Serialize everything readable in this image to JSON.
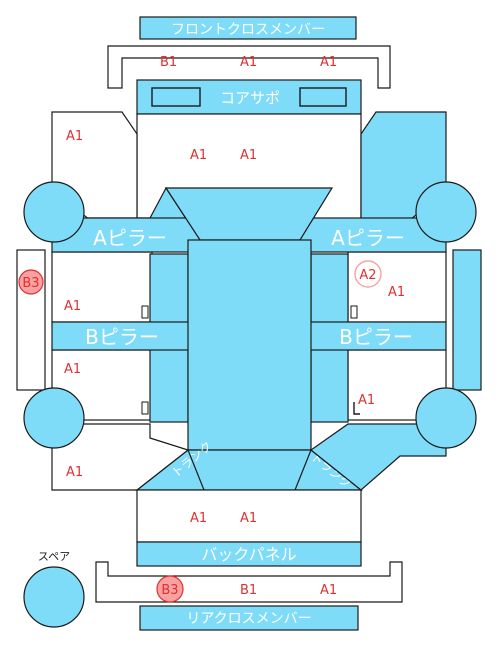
{
  "parts": {
    "front_cross_member": "フロントクロスメンバー",
    "core_support": "コアサポ",
    "a_pillar_left": "Aピラー",
    "a_pillar_right": "Aピラー",
    "b_pillar_left": "Bピラー",
    "b_pillar_right": "Bピラー",
    "back_panel": "バックパネル",
    "rear_cross_member": "リアクロスメンバー",
    "trunk_left": "トランク",
    "trunk_right": "トランク",
    "spare_label": "スペア"
  },
  "marks": {
    "front_cross_left": "B1",
    "front_cross_mid": "A1",
    "front_cross_right": "A1",
    "front_left_fender": "A1",
    "hood_left": "A1",
    "hood_right": "A1",
    "left_side_b3": "B3",
    "right_door_a2": "A2",
    "right_front_door": "A1",
    "left_front_door": "A1",
    "left_rear_door": "A1",
    "right_rear_door": "A1",
    "left_rear_fender": "A1",
    "trunk_lid_left": "A1",
    "trunk_lid_right": "A1",
    "rear_cross_left": "B3",
    "rear_cross_mid": "B1",
    "rear_cross_right": "A1"
  },
  "colors": {
    "panel_blue": "#7fdcf8",
    "mark_red": "#e03030",
    "badge_fill": "#f7a1a1"
  }
}
